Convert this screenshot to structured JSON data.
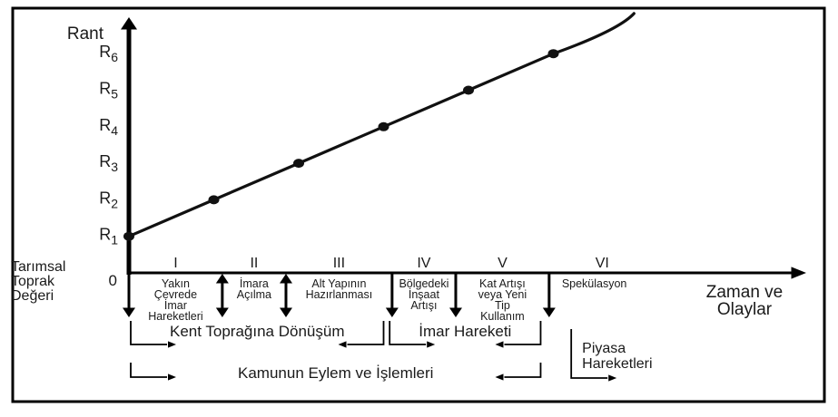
{
  "chart_data": {
    "type": "line",
    "title": "",
    "ylabel": "Rant",
    "xlabel": "Zaman ve Olaylar",
    "xlabel_lines": [
      "Zaman ve",
      "Olaylar"
    ],
    "origin_label": "0",
    "origin_side_label": [
      "Tarımsal",
      "Toprak",
      "Değeri"
    ],
    "y_ticks": [
      {
        "base": "R",
        "sub": "1",
        "level": 1
      },
      {
        "base": "R",
        "sub": "2",
        "level": 2
      },
      {
        "base": "R",
        "sub": "3",
        "level": 3
      },
      {
        "base": "R",
        "sub": "4",
        "level": 4
      },
      {
        "base": "R",
        "sub": "5",
        "level": 5
      },
      {
        "base": "R",
        "sub": "6",
        "level": 6
      }
    ],
    "ylim": [
      0,
      7
    ],
    "xlim": [
      0,
      7.6
    ],
    "series": [
      {
        "name": "Rant",
        "points": [
          {
            "x": 0,
            "y": 1
          },
          {
            "x": 1,
            "y": 2
          },
          {
            "x": 2,
            "y": 3
          },
          {
            "x": 3,
            "y": 4
          },
          {
            "x": 4,
            "y": 5
          },
          {
            "x": 5,
            "y": 6
          }
        ],
        "tail": [
          {
            "x": 5.6,
            "y": 6.5
          },
          {
            "x": 5.85,
            "y": 6.85
          },
          {
            "x": 5.95,
            "y": 7.1
          }
        ]
      }
    ],
    "phases": [
      {
        "numeral": "I",
        "label": [
          "Yakın",
          "Çevrede",
          "İmar",
          "Hareketleri"
        ],
        "start": 0,
        "end": 1.1,
        "end_marker": "double"
      },
      {
        "numeral": "II",
        "label": [
          "İmara",
          "Açılma"
        ],
        "start": 1.1,
        "end": 1.85,
        "end_marker": "double"
      },
      {
        "numeral": "III",
        "label": [
          "Alt Yapının",
          "Hazırlanması"
        ],
        "start": 1.85,
        "end": 3.1,
        "end_marker": "down"
      },
      {
        "numeral": "IV",
        "label": [
          "Bölgedeki",
          "İnşaat",
          "Artışı"
        ],
        "start": 3.1,
        "end": 3.85,
        "end_marker": "down"
      },
      {
        "numeral": "V",
        "label": [
          "Kat Artışı",
          "veya Yeni",
          "Tip",
          "Kullanım"
        ],
        "start": 3.85,
        "end": 4.95,
        "end_marker": "down"
      },
      {
        "numeral": "VI",
        "label": [
          "Spekülasyon"
        ],
        "start": 4.95,
        "end": 6.2,
        "end_marker": "none"
      }
    ],
    "brackets": [
      {
        "label": "Kent Toprağına Dönüşüm",
        "from": 0,
        "to": 3.0,
        "row": 1
      },
      {
        "label": "İmar Hareketi",
        "from": 3.05,
        "to": 4.85,
        "row": 1
      },
      {
        "label": "Kamunun Eylem ve İşlemleri",
        "from": 0,
        "to": 4.85,
        "row": 2
      },
      {
        "label_lines": [
          "Piyasa",
          "Hareketleri"
        ],
        "from": 5.05,
        "to": 5.55,
        "row": "side"
      }
    ],
    "grid": false,
    "legend": "none"
  }
}
